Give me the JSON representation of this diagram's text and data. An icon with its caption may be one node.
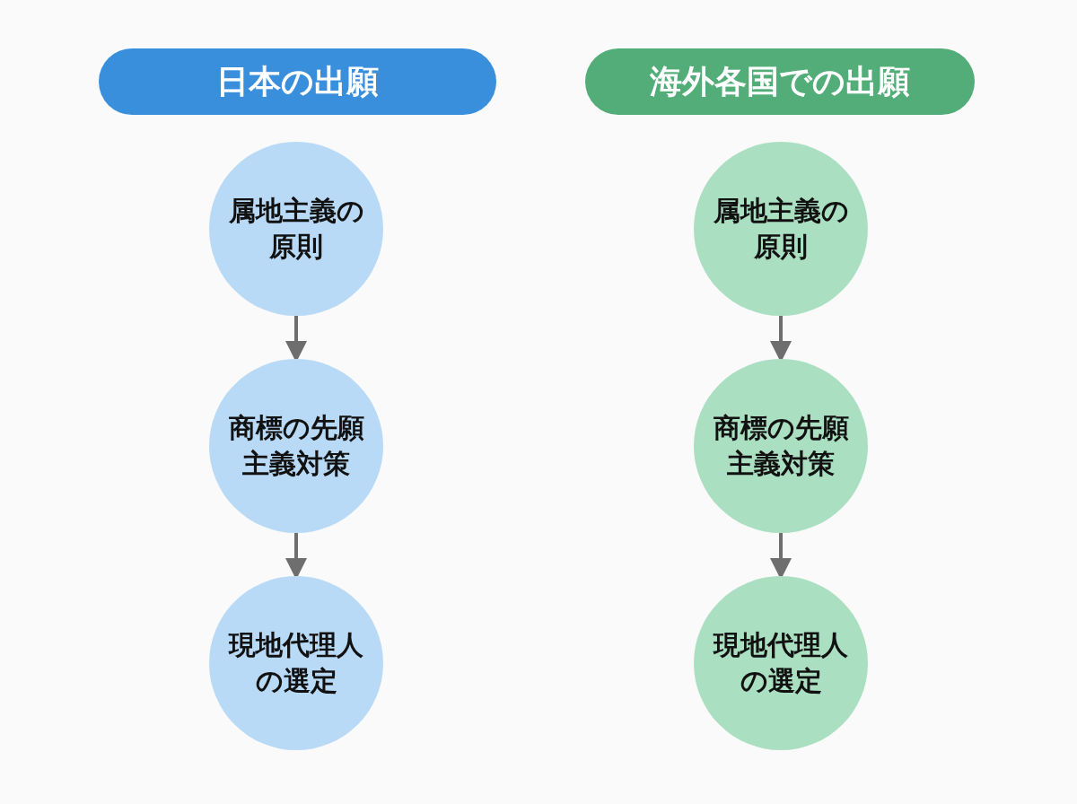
{
  "diagram": {
    "nodes": [
      {
        "text": [
          "日本の出願"
        ]
      },
      {
        "text": [
          "属地主義の原則"
        ]
      },
      {
        "text": [
          "商標の先願主義対策"
        ]
      },
      {
        "text": [
          "現地代理人の選定"
        ]
      },
      {
        "text": [
          "海外各国での出願"
        ]
      },
      {
        "text": [
          "属地主義の原則"
        ]
      },
      {
        "text": [
          "商標の先願主義対策"
        ]
      },
      {
        "text": [
          "現地代理人の選定"
        ]
      }
    ],
    "edges": [
      {
        "from": 1,
        "to": 2,
        "arrow": "to"
      },
      {
        "from": 2,
        "to": 3,
        "arrow": "to"
      },
      {
        "from": 5,
        "to": 6,
        "arrow": "to"
      },
      {
        "from": 6,
        "to": 7,
        "arrow": "to"
      }
    ]
  }
}
